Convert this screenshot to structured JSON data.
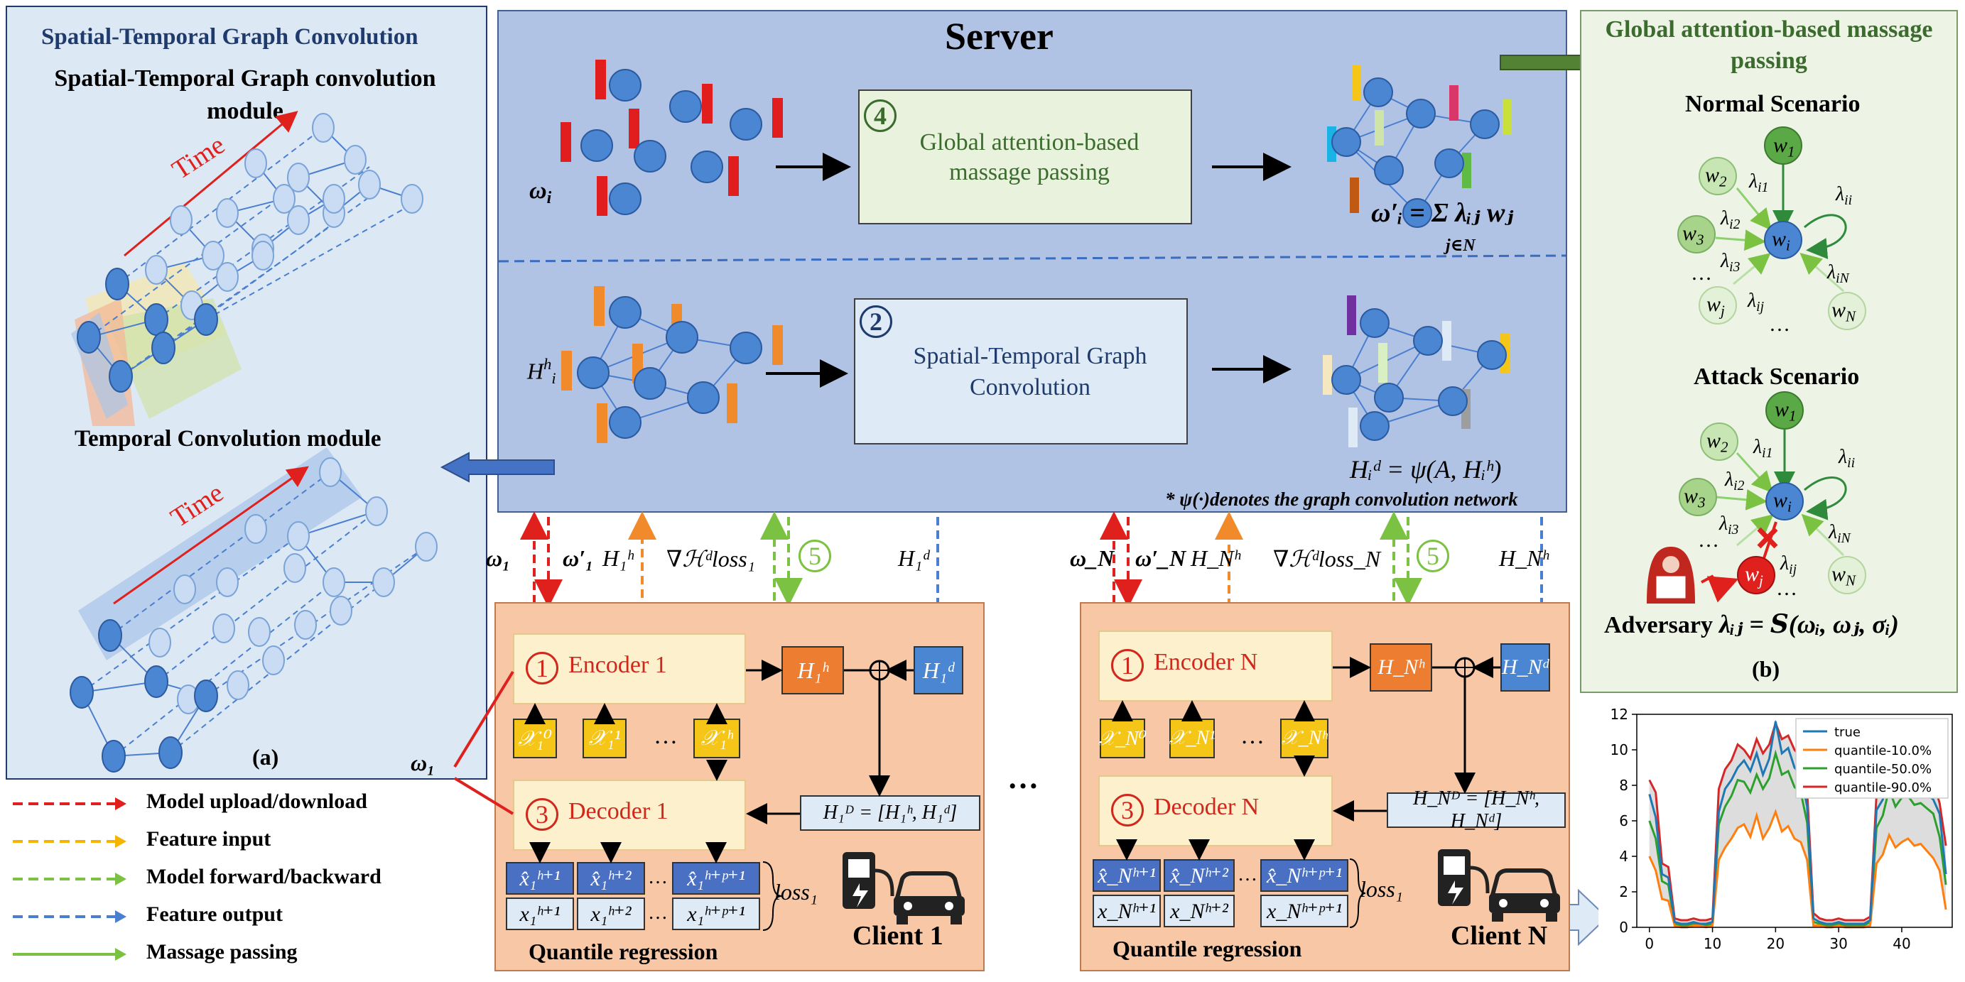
{
  "panel_a": {
    "title": "Spatial-Temporal Graph Convolution",
    "st_module": "Spatial-Temporal Graph convolution module",
    "tc_module": "Temporal Convolution module",
    "time_label_top": "Time",
    "time_label_bottom": "Time",
    "caption": "(a)"
  },
  "server": {
    "title": "Server",
    "omega_i": "ω",
    "omega_i_sub": "i",
    "step4_num": "4",
    "step4_label": "Global attention-based massage passing",
    "formula_top": "ω′ᵢ = Σ λᵢⱼ wⱼ",
    "formula_top_sum_sub": "j∈N",
    "hih": "H",
    "step2_num": "2",
    "step2_label": "Spatial-Temporal Graph Convolution",
    "formula_bottom": "Hᵢᵈ = ψ(A, Hᵢʰ)",
    "footnote": "* ψ(·)denotes the graph convolution network"
  },
  "panel_b": {
    "title": "Global attention-based massage passing",
    "normal": "Normal Scenario",
    "attack": "Attack Scenario",
    "adversary": "Adversary",
    "adversary_formula": "λᵢⱼ = 𝑺(ωᵢ, ωⱼ, σᵢ)",
    "caption": "(b)",
    "nodes": {
      "w1": "w",
      "w2": "w",
      "w3": "w",
      "wi": "w",
      "wj": "w",
      "wN": "w"
    },
    "lambdas": {
      "i1": "λ",
      "i2": "λ",
      "i3": "λ",
      "ii": "λ",
      "iN": "λ",
      "ij": "λ"
    },
    "dots": "…"
  },
  "arrows_client1": {
    "omega1": "ω₁",
    "omega1p": "ω′₁",
    "h1h": "H₁ʰ",
    "grad": "∇ℋᵈloss₁",
    "step5": "5",
    "h1d": "H₁ᵈ"
  },
  "arrows_clientN": {
    "omegaN": "ω_N",
    "omegaNp": "ω′_N",
    "hNh": "H_Nʰ",
    "grad": "∇ℋᵈloss_N",
    "step5": "5",
    "hNh2": "H_Nʰ"
  },
  "client1": {
    "step1_num": "1",
    "encoder": "Encoder 1",
    "step3_num": "3",
    "decoder": "Decoder 1",
    "hh": "H₁ʰ",
    "hd": "H₁ᵈ",
    "hD": "H₁ᴰ = [H₁ʰ, H₁ᵈ]",
    "x0": "𝒳₁⁰",
    "x1": "𝒳₁¹",
    "xh": "𝒳₁ʰ",
    "dots": "…",
    "pred": [
      "x̂₁ʰ⁺¹",
      "x̂₁ʰ⁺²",
      "x̂₁ʰ⁺ᵖ⁺¹"
    ],
    "true": [
      "x₁ʰ⁺¹",
      "x₁ʰ⁺²",
      "x₁ʰ⁺ᵖ⁺¹"
    ],
    "loss": "loss₁",
    "qr": "Quantile regression",
    "label": "Client 1",
    "omega_left": "ω₁"
  },
  "clientN": {
    "step1_num": "1",
    "encoder": "Encoder N",
    "step3_num": "3",
    "decoder": "Decoder N",
    "hh": "H_Nʰ",
    "hd": "H_Nᵈ",
    "hD": "H_Nᴰ = [H_Nʰ, H_Nᵈ]",
    "x0": "𝒳_N⁰",
    "x1": "𝒳_N¹",
    "xh": "𝒳_Nʰ",
    "dots": "…",
    "pred": [
      "x̂_Nʰ⁺¹",
      "x̂_Nʰ⁺²",
      "x̂_Nʰ⁺ᵖ⁺¹"
    ],
    "true": [
      "x_Nʰ⁺¹",
      "x_Nʰ⁺²",
      "x_Nʰ⁺ᵖ⁺¹"
    ],
    "loss": "loss₁",
    "qr": "Quantile regression",
    "label": "Client N"
  },
  "between_clients": "…",
  "legend": [
    {
      "label": "Model upload/download",
      "color": "#e0201c",
      "dashed": true
    },
    {
      "label": "Feature input",
      "color": "#f5b400",
      "dashed": true
    },
    {
      "label": "Model forward/backward",
      "color": "#7cc242",
      "dashed": true
    },
    {
      "label": "Feature output",
      "color": "#4a7fd0",
      "dashed": true
    },
    {
      "label": "Massage passing",
      "color": "#7cc242",
      "dashed": false
    }
  ],
  "chart_data": {
    "type": "line",
    "x": [
      0,
      1,
      2,
      3,
      4,
      5,
      6,
      7,
      8,
      9,
      10,
      11,
      12,
      13,
      14,
      15,
      16,
      17,
      18,
      19,
      20,
      21,
      22,
      23,
      24,
      25,
      26,
      27,
      28,
      29,
      30,
      31,
      32,
      33,
      34,
      35,
      36,
      37,
      38,
      39,
      40,
      41,
      42,
      43,
      44,
      45,
      46,
      47
    ],
    "series": [
      {
        "name": "true",
        "color": "#1f77b4",
        "values": [
          7.5,
          6.2,
          3.0,
          2.8,
          0.3,
          0.2,
          0.2,
          0.3,
          0.2,
          0.2,
          0.3,
          6.5,
          7.8,
          8.3,
          9.0,
          9.4,
          8.8,
          9.8,
          8.6,
          9.5,
          11.6,
          9.8,
          10.1,
          9.0,
          8.6,
          6.8,
          0.5,
          0.3,
          0.2,
          0.2,
          0.3,
          0.2,
          0.2,
          0.2,
          0.2,
          0.4,
          6.6,
          7.2,
          8.7,
          7.6,
          8.0,
          8.2,
          7.8,
          7.9,
          7.5,
          7.2,
          6.4,
          3.0
        ]
      },
      {
        "name": "quantile-10.0%",
        "color": "#ff7f0e",
        "values": [
          4.0,
          3.2,
          1.6,
          1.5,
          0.1,
          0.0,
          0.0,
          0.1,
          0.1,
          0.0,
          0.1,
          3.8,
          4.5,
          5.0,
          5.6,
          5.8,
          5.1,
          6.3,
          5.0,
          5.6,
          6.5,
          5.4,
          5.7,
          5.0,
          4.8,
          3.8,
          0.1,
          0.1,
          0.0,
          0.0,
          0.1,
          0.0,
          0.0,
          0.0,
          0.0,
          0.1,
          3.6,
          4.1,
          5.2,
          4.5,
          4.8,
          5.0,
          4.6,
          4.7,
          4.3,
          3.9,
          3.2,
          1.0
        ]
      },
      {
        "name": "quantile-50.0%",
        "color": "#2ca02c",
        "values": [
          6.0,
          5.0,
          2.6,
          2.4,
          0.2,
          0.1,
          0.1,
          0.2,
          0.1,
          0.1,
          0.2,
          5.8,
          6.8,
          7.4,
          8.3,
          8.2,
          7.6,
          8.6,
          7.8,
          8.4,
          9.8,
          8.6,
          8.8,
          7.9,
          7.6,
          5.9,
          0.3,
          0.2,
          0.1,
          0.1,
          0.2,
          0.1,
          0.1,
          0.1,
          0.1,
          0.3,
          5.6,
          6.3,
          7.8,
          6.8,
          7.3,
          7.4,
          6.9,
          7.0,
          6.7,
          6.4,
          5.1,
          2.4
        ]
      },
      {
        "name": "quantile-90.0%",
        "color": "#d62728",
        "values": [
          8.3,
          7.6,
          3.6,
          3.4,
          0.5,
          0.4,
          0.4,
          0.5,
          0.4,
          0.4,
          0.5,
          7.8,
          8.9,
          9.4,
          10.3,
          10.0,
          9.5,
          10.6,
          9.8,
          10.3,
          11.5,
          10.6,
          10.8,
          10.0,
          9.6,
          7.7,
          0.8,
          0.5,
          0.4,
          0.4,
          0.5,
          0.4,
          0.4,
          0.4,
          0.4,
          0.6,
          7.5,
          8.2,
          9.5,
          8.7,
          9.2,
          9.3,
          8.8,
          8.9,
          8.6,
          8.2,
          7.0,
          4.6
        ]
      }
    ],
    "xlim": [
      -2,
      48
    ],
    "ylim": [
      0,
      12
    ],
    "xticks": [
      0,
      10,
      20,
      30,
      40
    ],
    "yticks": [
      0,
      2,
      4,
      6,
      8,
      10,
      12
    ],
    "legend_position": "top-right",
    "grid": false
  }
}
